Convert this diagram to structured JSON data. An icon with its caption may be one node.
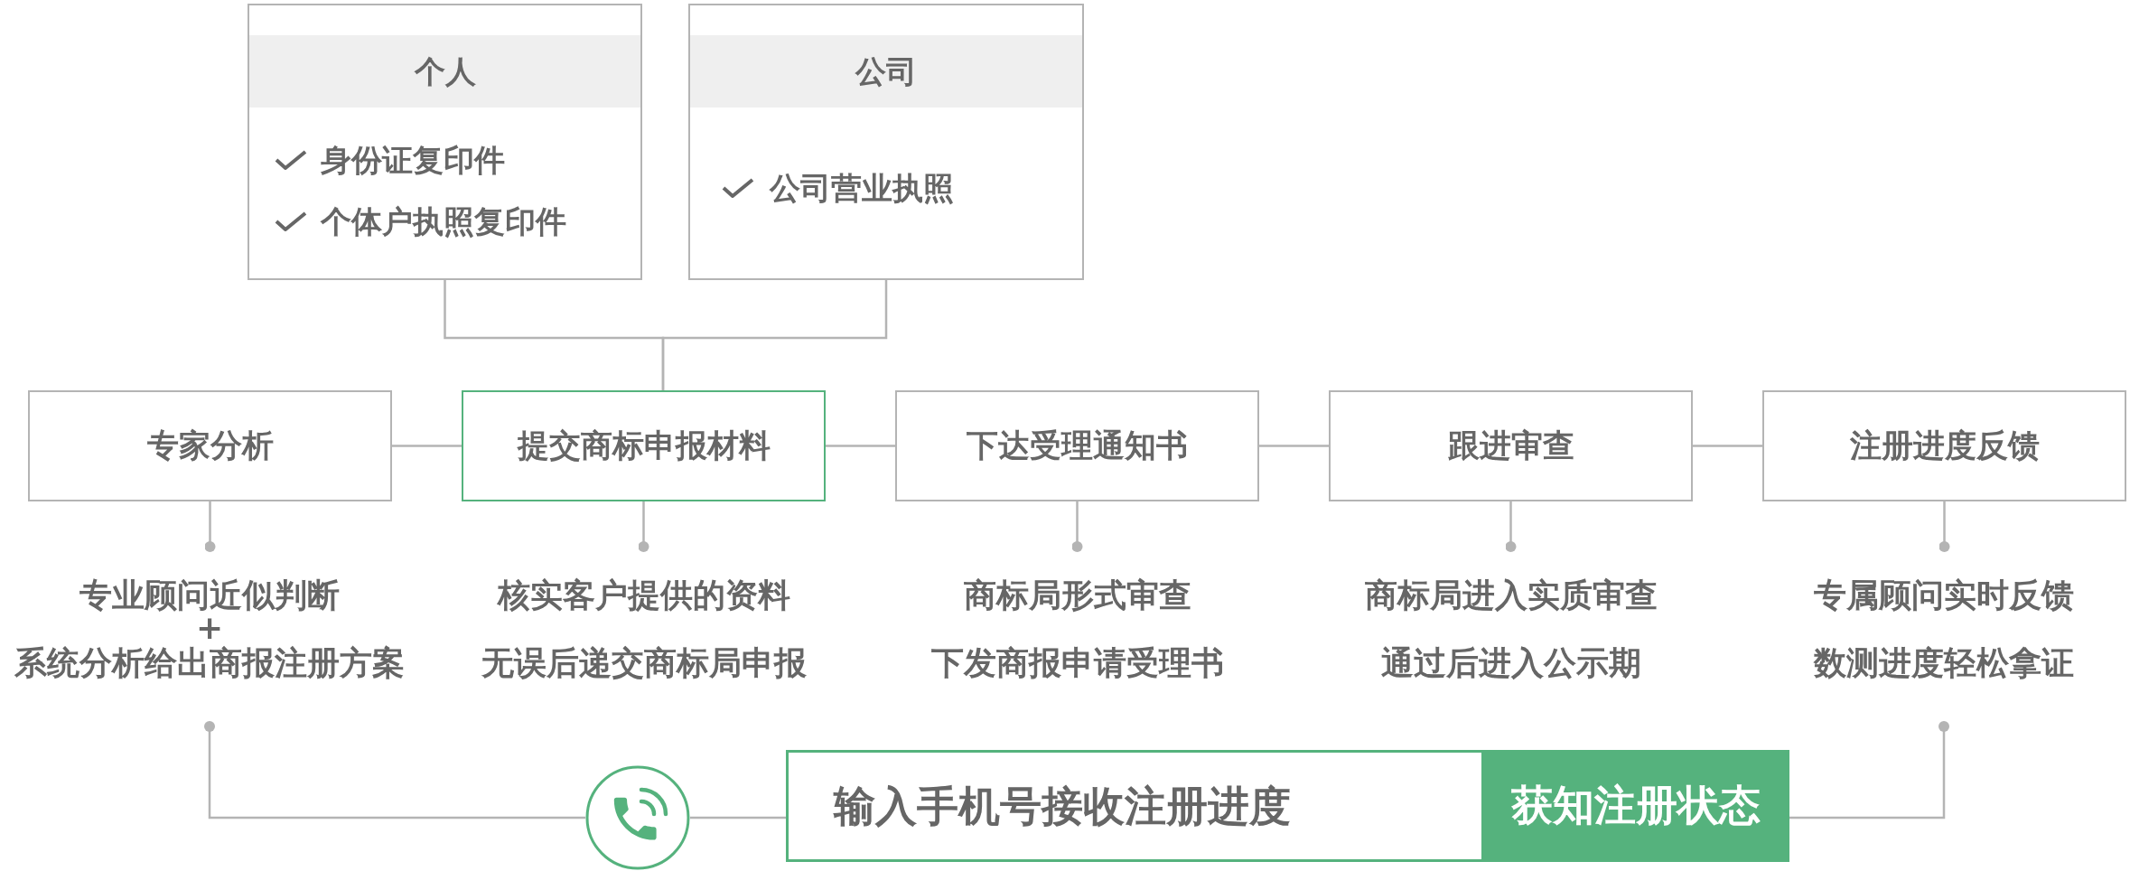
{
  "diagram": {
    "nodes": [
      {
        "text": [
          "个人",
          "身份证复印件",
          "个体户执照复印件"
        ]
      },
      {
        "text": [
          "公司",
          "公司营业执照"
        ]
      },
      {
        "text": [
          "专家分析"
        ]
      },
      {
        "text": [
          "提交商标申报材料"
        ]
      },
      {
        "text": [
          "下达受理通知书"
        ]
      },
      {
        "text": [
          "跟进审查"
        ]
      },
      {
        "text": [
          "注册进度反馈"
        ]
      },
      {
        "text": [
          "专业顾问近似判断",
          "+",
          "系统分析给出商报注册方案"
        ]
      },
      {
        "text": [
          "核实客户提供的资料",
          "无误后递交商标局申报"
        ]
      },
      {
        "text": [
          "商标局形式审查",
          "下发商报申请受理书"
        ]
      },
      {
        "text": [
          "商标局进入实质审查",
          "通过后进入公示期"
        ]
      },
      {
        "text": [
          "专属顾问实时反馈",
          "数测进度轻松拿证"
        ]
      },
      {
        "text": [],
        "shape": "circle"
      },
      {
        "text": [
          "输入手机号接收注册进度"
        ]
      },
      {
        "text": [
          "获知注册状态"
        ]
      }
    ],
    "edges": [
      {
        "from": 0,
        "to": 3,
        "arrow": "none"
      },
      {
        "from": 1,
        "to": 3,
        "arrow": "none"
      },
      {
        "from": 2,
        "to": 3,
        "arrow": "none"
      },
      {
        "from": 3,
        "to": 4,
        "arrow": "none"
      },
      {
        "from": 4,
        "to": 5,
        "arrow": "none"
      },
      {
        "from": 5,
        "to": 6,
        "arrow": "none"
      },
      {
        "from": 2,
        "to": 7,
        "arrow": "other"
      },
      {
        "from": 3,
        "to": 8,
        "arrow": "other"
      },
      {
        "from": 4,
        "to": 9,
        "arrow": "other"
      },
      {
        "from": 5,
        "to": 10,
        "arrow": "other"
      },
      {
        "from": 6,
        "to": 11,
        "arrow": "other"
      },
      {
        "from": 12,
        "to": 7,
        "arrow": "other"
      },
      {
        "from": 12,
        "to": 13,
        "arrow": "none"
      },
      {
        "from": 14,
        "to": 11,
        "arrow": "other"
      }
    ]
  }
}
